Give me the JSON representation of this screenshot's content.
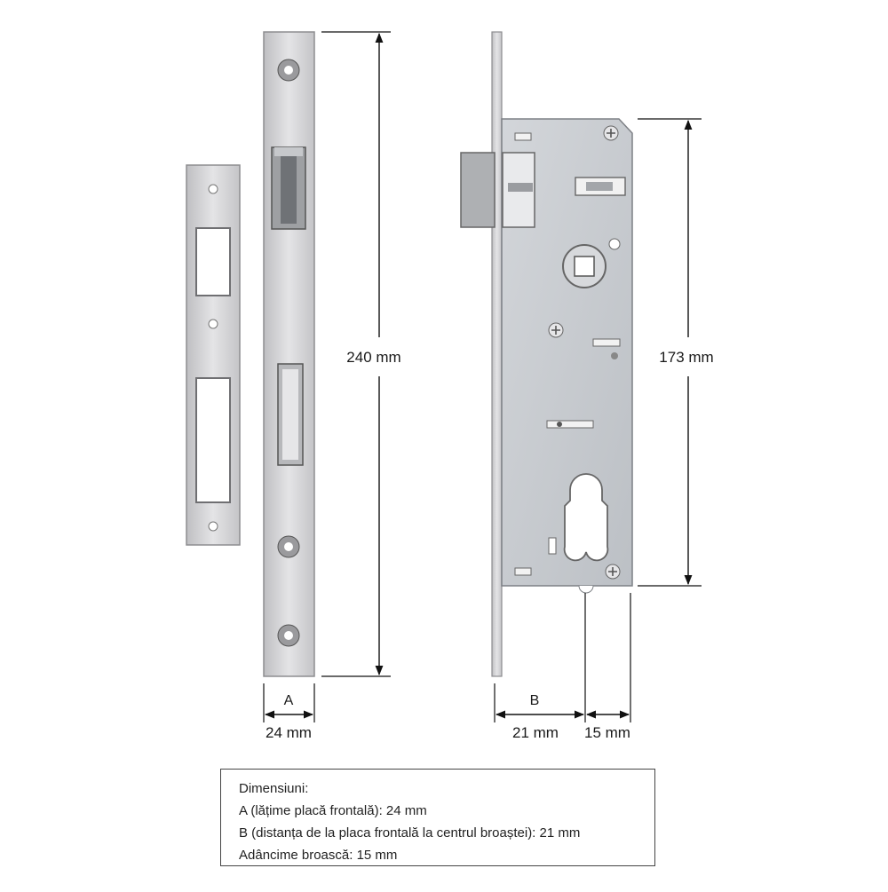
{
  "dimensions": {
    "faceplate_height": "240 mm",
    "case_height": "173 mm",
    "label_a": "A",
    "label_b": "B",
    "width_a": "24 mm",
    "backset": "21 mm",
    "depth": "15 mm"
  },
  "legend": {
    "title": "Dimensiuni:",
    "line_a": "A (lățime placă frontală): 24 mm",
    "line_b": "B (distanța de la placa frontală la centrul broaștei): 21 mm",
    "line_depth": "Adâncime broască:  15 mm"
  },
  "colors": {
    "steel": "#d6d6d8",
    "zinc": "#c9ccd0",
    "dim_line": "#111111"
  }
}
